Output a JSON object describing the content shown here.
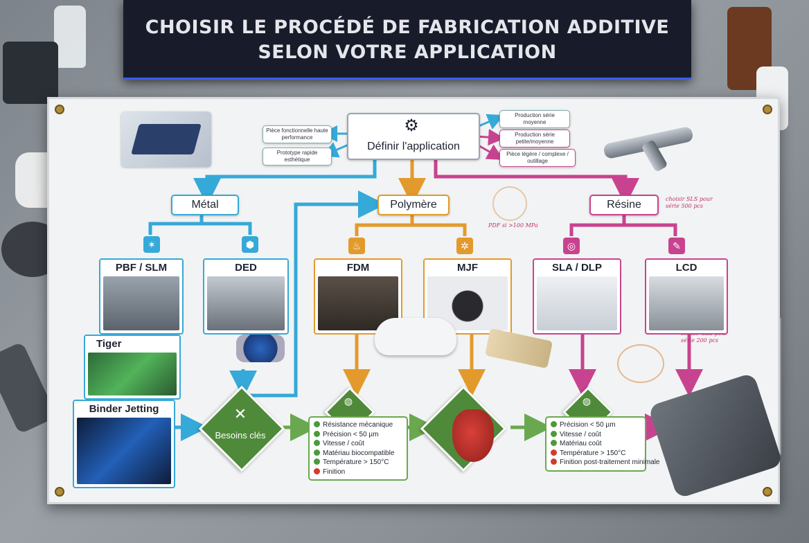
{
  "title": {
    "line1": "CHOISIR LE PROCÉDÉ DE FABRICATION ADDITIVE",
    "line2": "SELON VOTRE APPLICATION"
  },
  "center": {
    "label": "Définir l'application",
    "icon": "gear-icon"
  },
  "left_inputs": [
    "Pièce fonctionnelle haute performance",
    "Prototype rapide esthétique"
  ],
  "right_outputs": [
    "Production série moyenne",
    "Production série petite/moyenne",
    "Pièce légère / complexe / outillage"
  ],
  "categories": {
    "metal": "Métal",
    "polymer": "Polymère",
    "resin": "Résine"
  },
  "processes": {
    "pbf": "PBF / SLM",
    "ded": "DED",
    "fdm": "FDM",
    "mjf": "MJF",
    "sla": "SLA / DLP",
    "lcd": "LCD",
    "tiger": "Tiger",
    "binder": "Binder Jetting"
  },
  "needs_label": "Besoins clés",
  "list_polymer": [
    {
      "status": "ok",
      "text": "Résistance mécanique"
    },
    {
      "status": "ok",
      "text": "Précision < 50 µm"
    },
    {
      "status": "ok",
      "text": "Vitesse / coût"
    },
    {
      "status": "ok",
      "text": "Matériau biocompatible"
    },
    {
      "status": "ok",
      "text": "Température > 150°C"
    },
    {
      "status": "no",
      "text": "Finition"
    }
  ],
  "list_resin": [
    {
      "status": "ok",
      "text": "Précision < 50 µm"
    },
    {
      "status": "ok",
      "text": "Vitesse / coût"
    },
    {
      "status": "ok",
      "text": "Matériau coût"
    },
    {
      "status": "no",
      "text": "Température > 150°C"
    },
    {
      "status": "no",
      "text": "Finition post-traitement minimale"
    }
  ],
  "notes": {
    "note1": "choisir SLS pour série 500 pcs",
    "note2": "PDF si >100 MPa",
    "note3": "choisir SLS pour série 200 pcs"
  },
  "colors": {
    "metal": "#35a9d8",
    "polymer": "#e39a2d",
    "resin": "#c8438f",
    "needs": "#4f8a3a"
  }
}
